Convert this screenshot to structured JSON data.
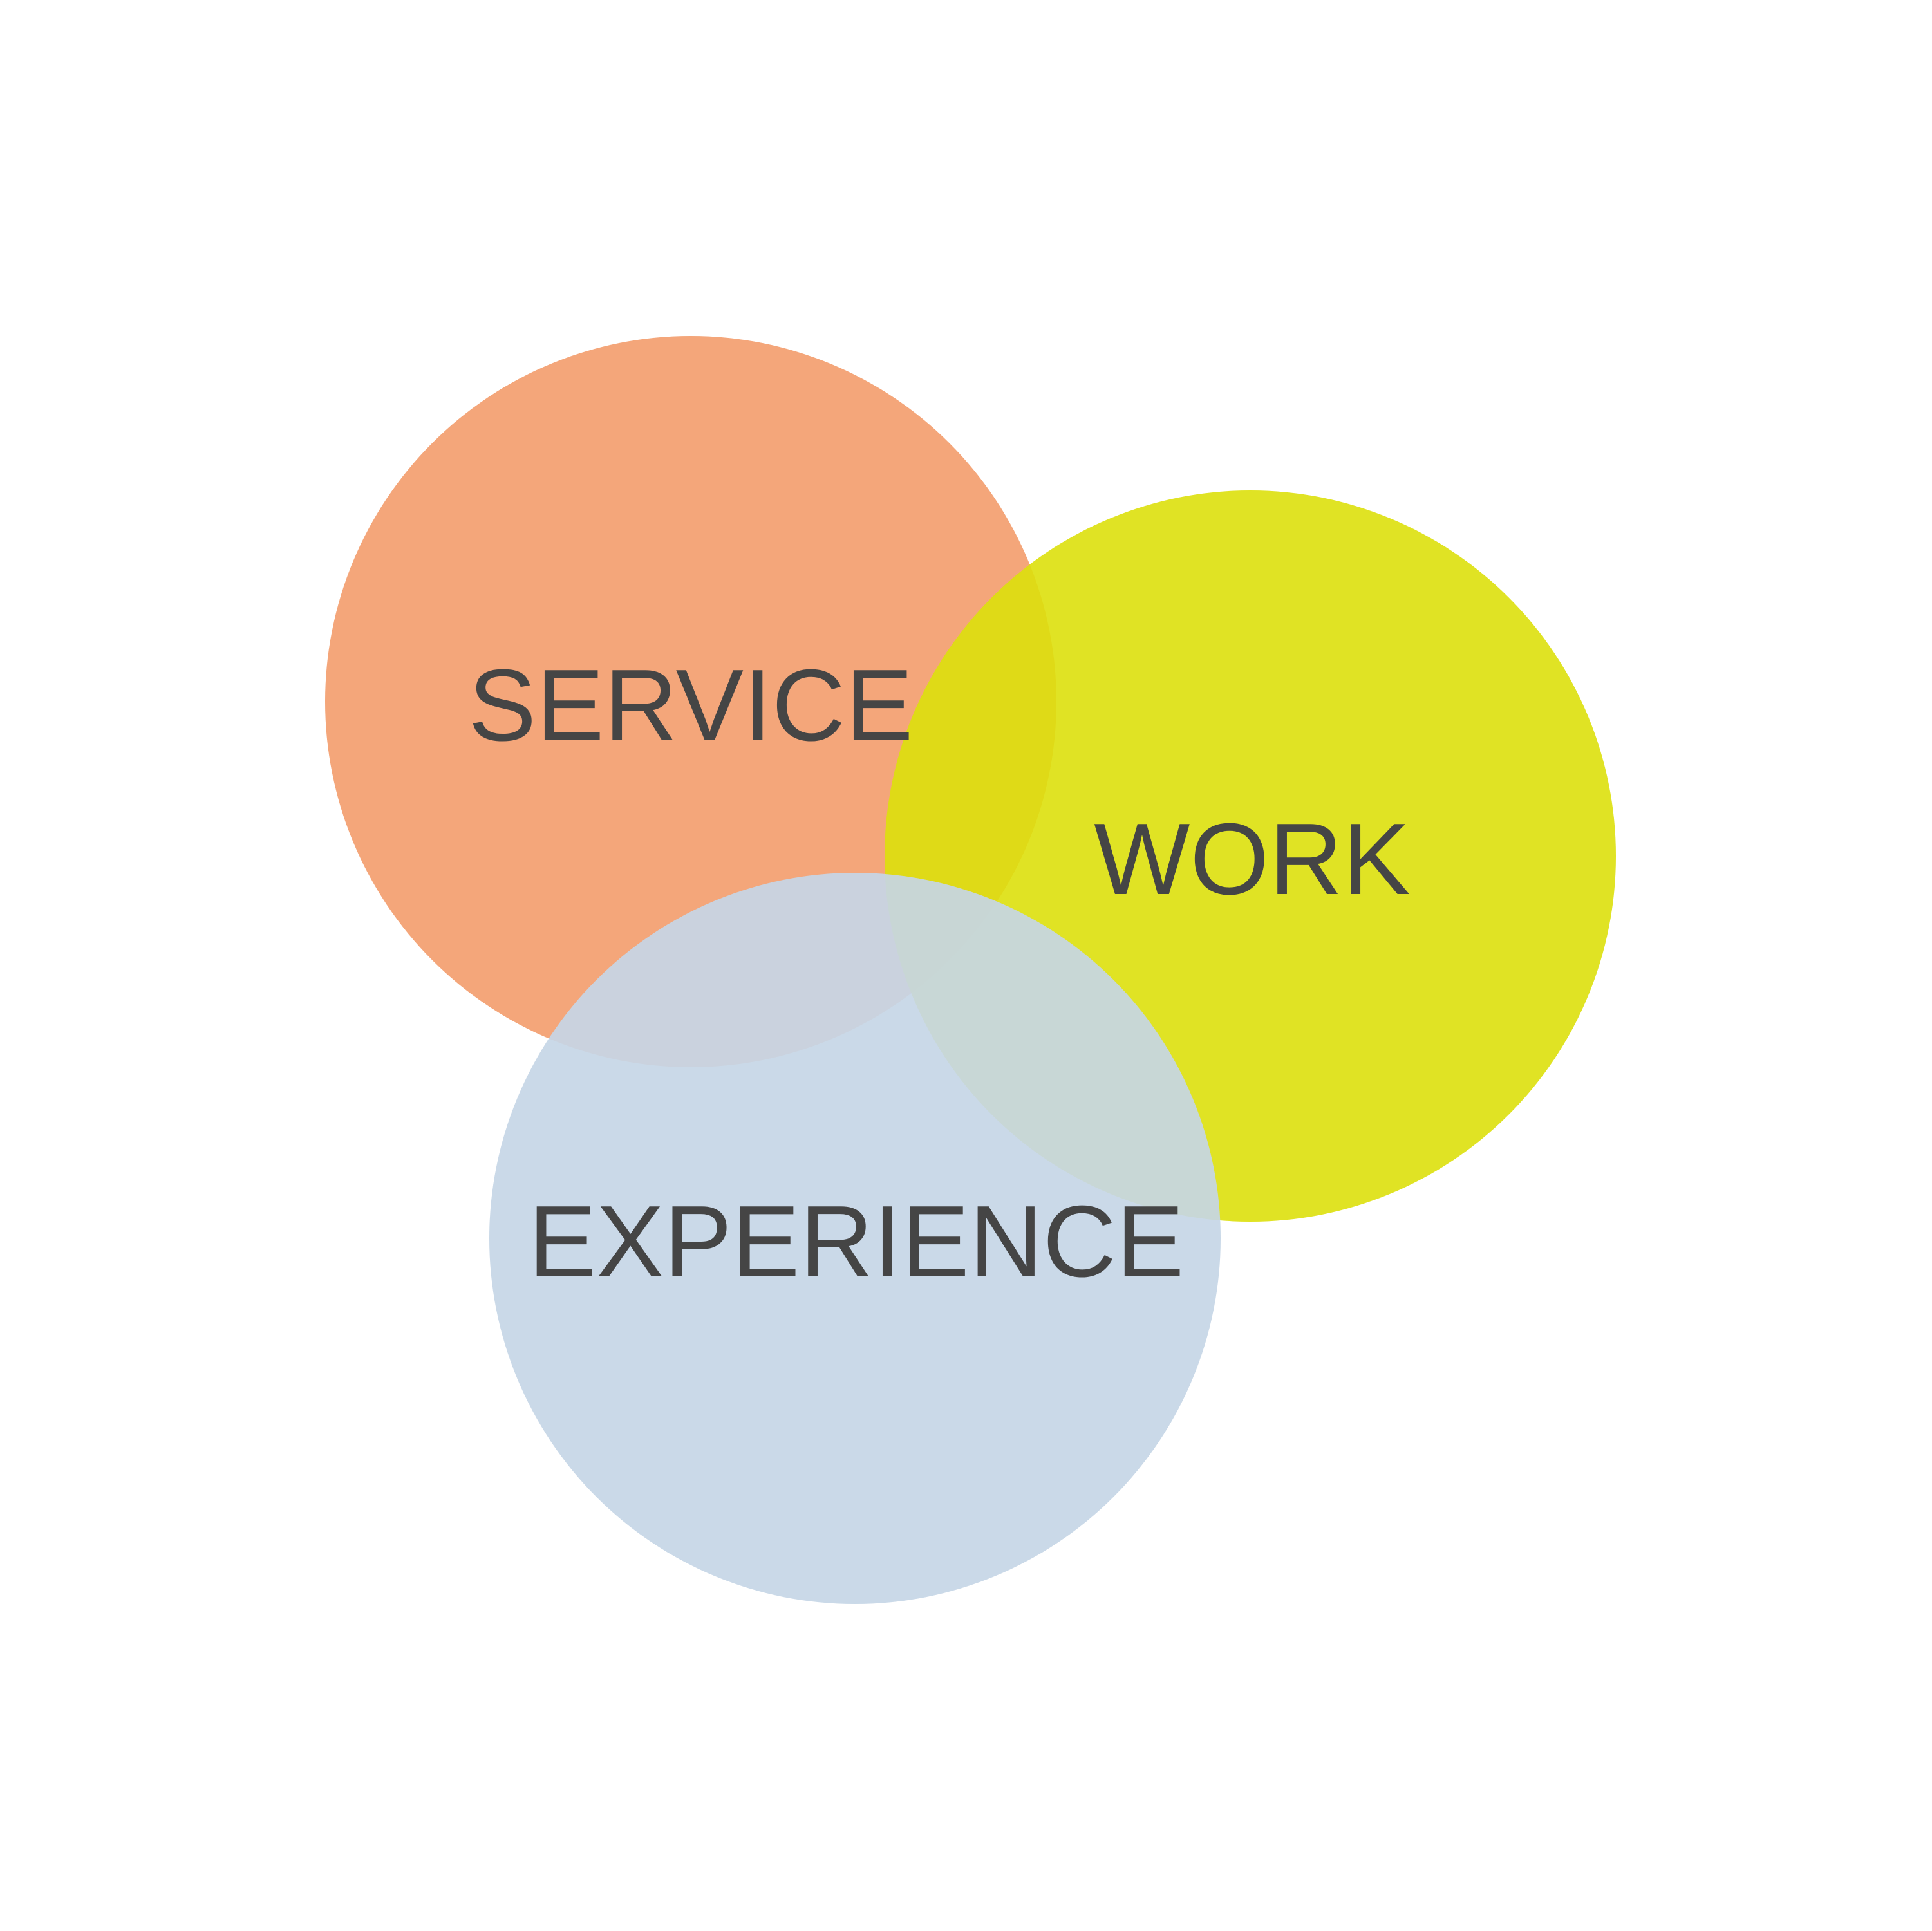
{
  "diagram": {
    "type": "venn",
    "background_color": "#ffffff",
    "label_color": "#454545",
    "circles": [
      {
        "id": "service",
        "label": "SERVICE",
        "color": "#f4a67a"
      },
      {
        "id": "work",
        "label": "WORK",
        "color": "#dde00c"
      },
      {
        "id": "experience",
        "label": "EXPERIENCE",
        "color": "#c6d6e6"
      }
    ]
  }
}
